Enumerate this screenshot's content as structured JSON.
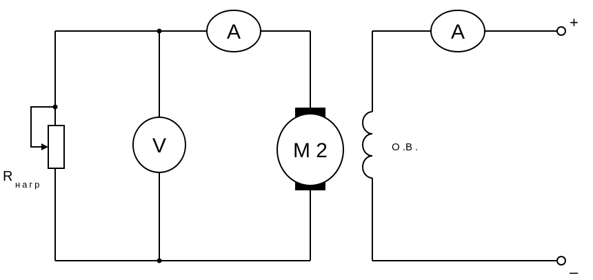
{
  "diagram": {
    "ammeter_armature_label": "A",
    "ammeter_field_label": "A",
    "voltmeter_label": "V",
    "motor_label": "M 2",
    "field_winding_label": "О .В .",
    "load_resistor_label": "R",
    "load_resistor_subscript": "нагр",
    "plus_terminal": "+",
    "minus_terminal": "–"
  },
  "colors": {
    "line": "#000000",
    "background": "#ffffff"
  }
}
